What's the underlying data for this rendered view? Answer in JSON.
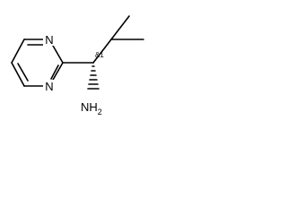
{
  "molecule": {
    "ring_atoms": {
      "n_top": "N",
      "n_bottom": "N"
    },
    "amine": {
      "main": "NH",
      "subscript": "2"
    },
    "stereo_descriptor": "&1"
  }
}
